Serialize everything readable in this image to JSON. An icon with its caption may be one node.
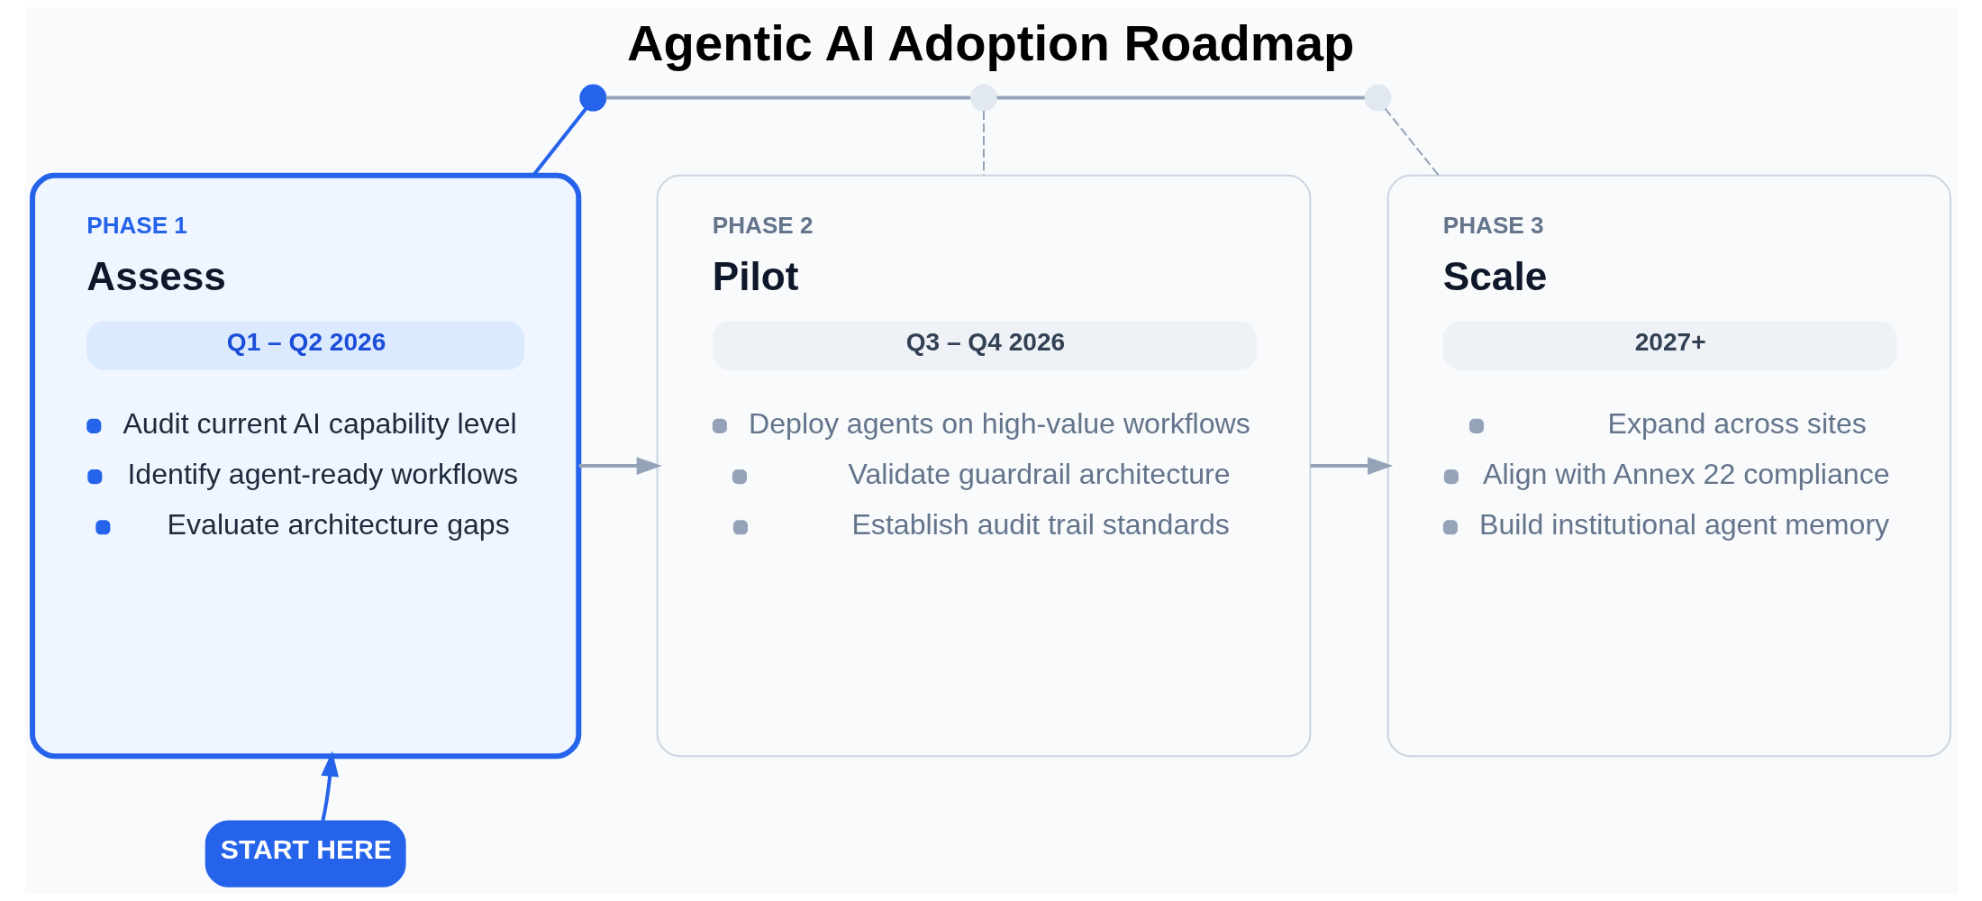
{
  "diagram": {
    "title": "Agentic AI Adoption Roadmap",
    "nodes": [
      {
        "text": [],
        "shape": "circle"
      },
      {
        "text": [],
        "shape": "circle"
      },
      {
        "text": [],
        "shape": "circle"
      },
      {
        "text": [
          "PHASE 1",
          "Assess",
          "Q1 – Q2 2026",
          "Audit current AI capability level",
          "Identify agent-ready workflows",
          "Evaluate architecture gaps"
        ]
      },
      {
        "text": [
          "PHASE 2",
          "Pilot",
          "Q3 – Q4 2026",
          "Deploy agents on high-value workflows",
          "Validate guardrail architecture",
          "Establish audit trail standards"
        ]
      },
      {
        "text": [
          "PHASE 3",
          "Scale",
          "2027+",
          "Expand across sites",
          "Align with Annex 22 compliance",
          "Build institutional agent memory"
        ]
      },
      {
        "text": [
          "START HERE"
        ]
      }
    ],
    "edges": [
      {
        "from": 0,
        "to": 1,
        "arrow": "none"
      },
      {
        "from": 1,
        "to": 2,
        "arrow": "none"
      },
      {
        "from": 0,
        "to": 3,
        "arrow": "none",
        "color": "#2563eb"
      },
      {
        "from": 1,
        "to": 4,
        "arrow": "none",
        "style": "dashed"
      },
      {
        "from": 2,
        "to": 5,
        "arrow": "none",
        "style": "dashed"
      },
      {
        "from": 3,
        "to": 4,
        "arrow": "to"
      },
      {
        "from": 4,
        "to": 5,
        "arrow": "to"
      },
      {
        "from": 6,
        "to": 3,
        "arrow": "to",
        "color": "#2563eb"
      }
    ]
  }
}
